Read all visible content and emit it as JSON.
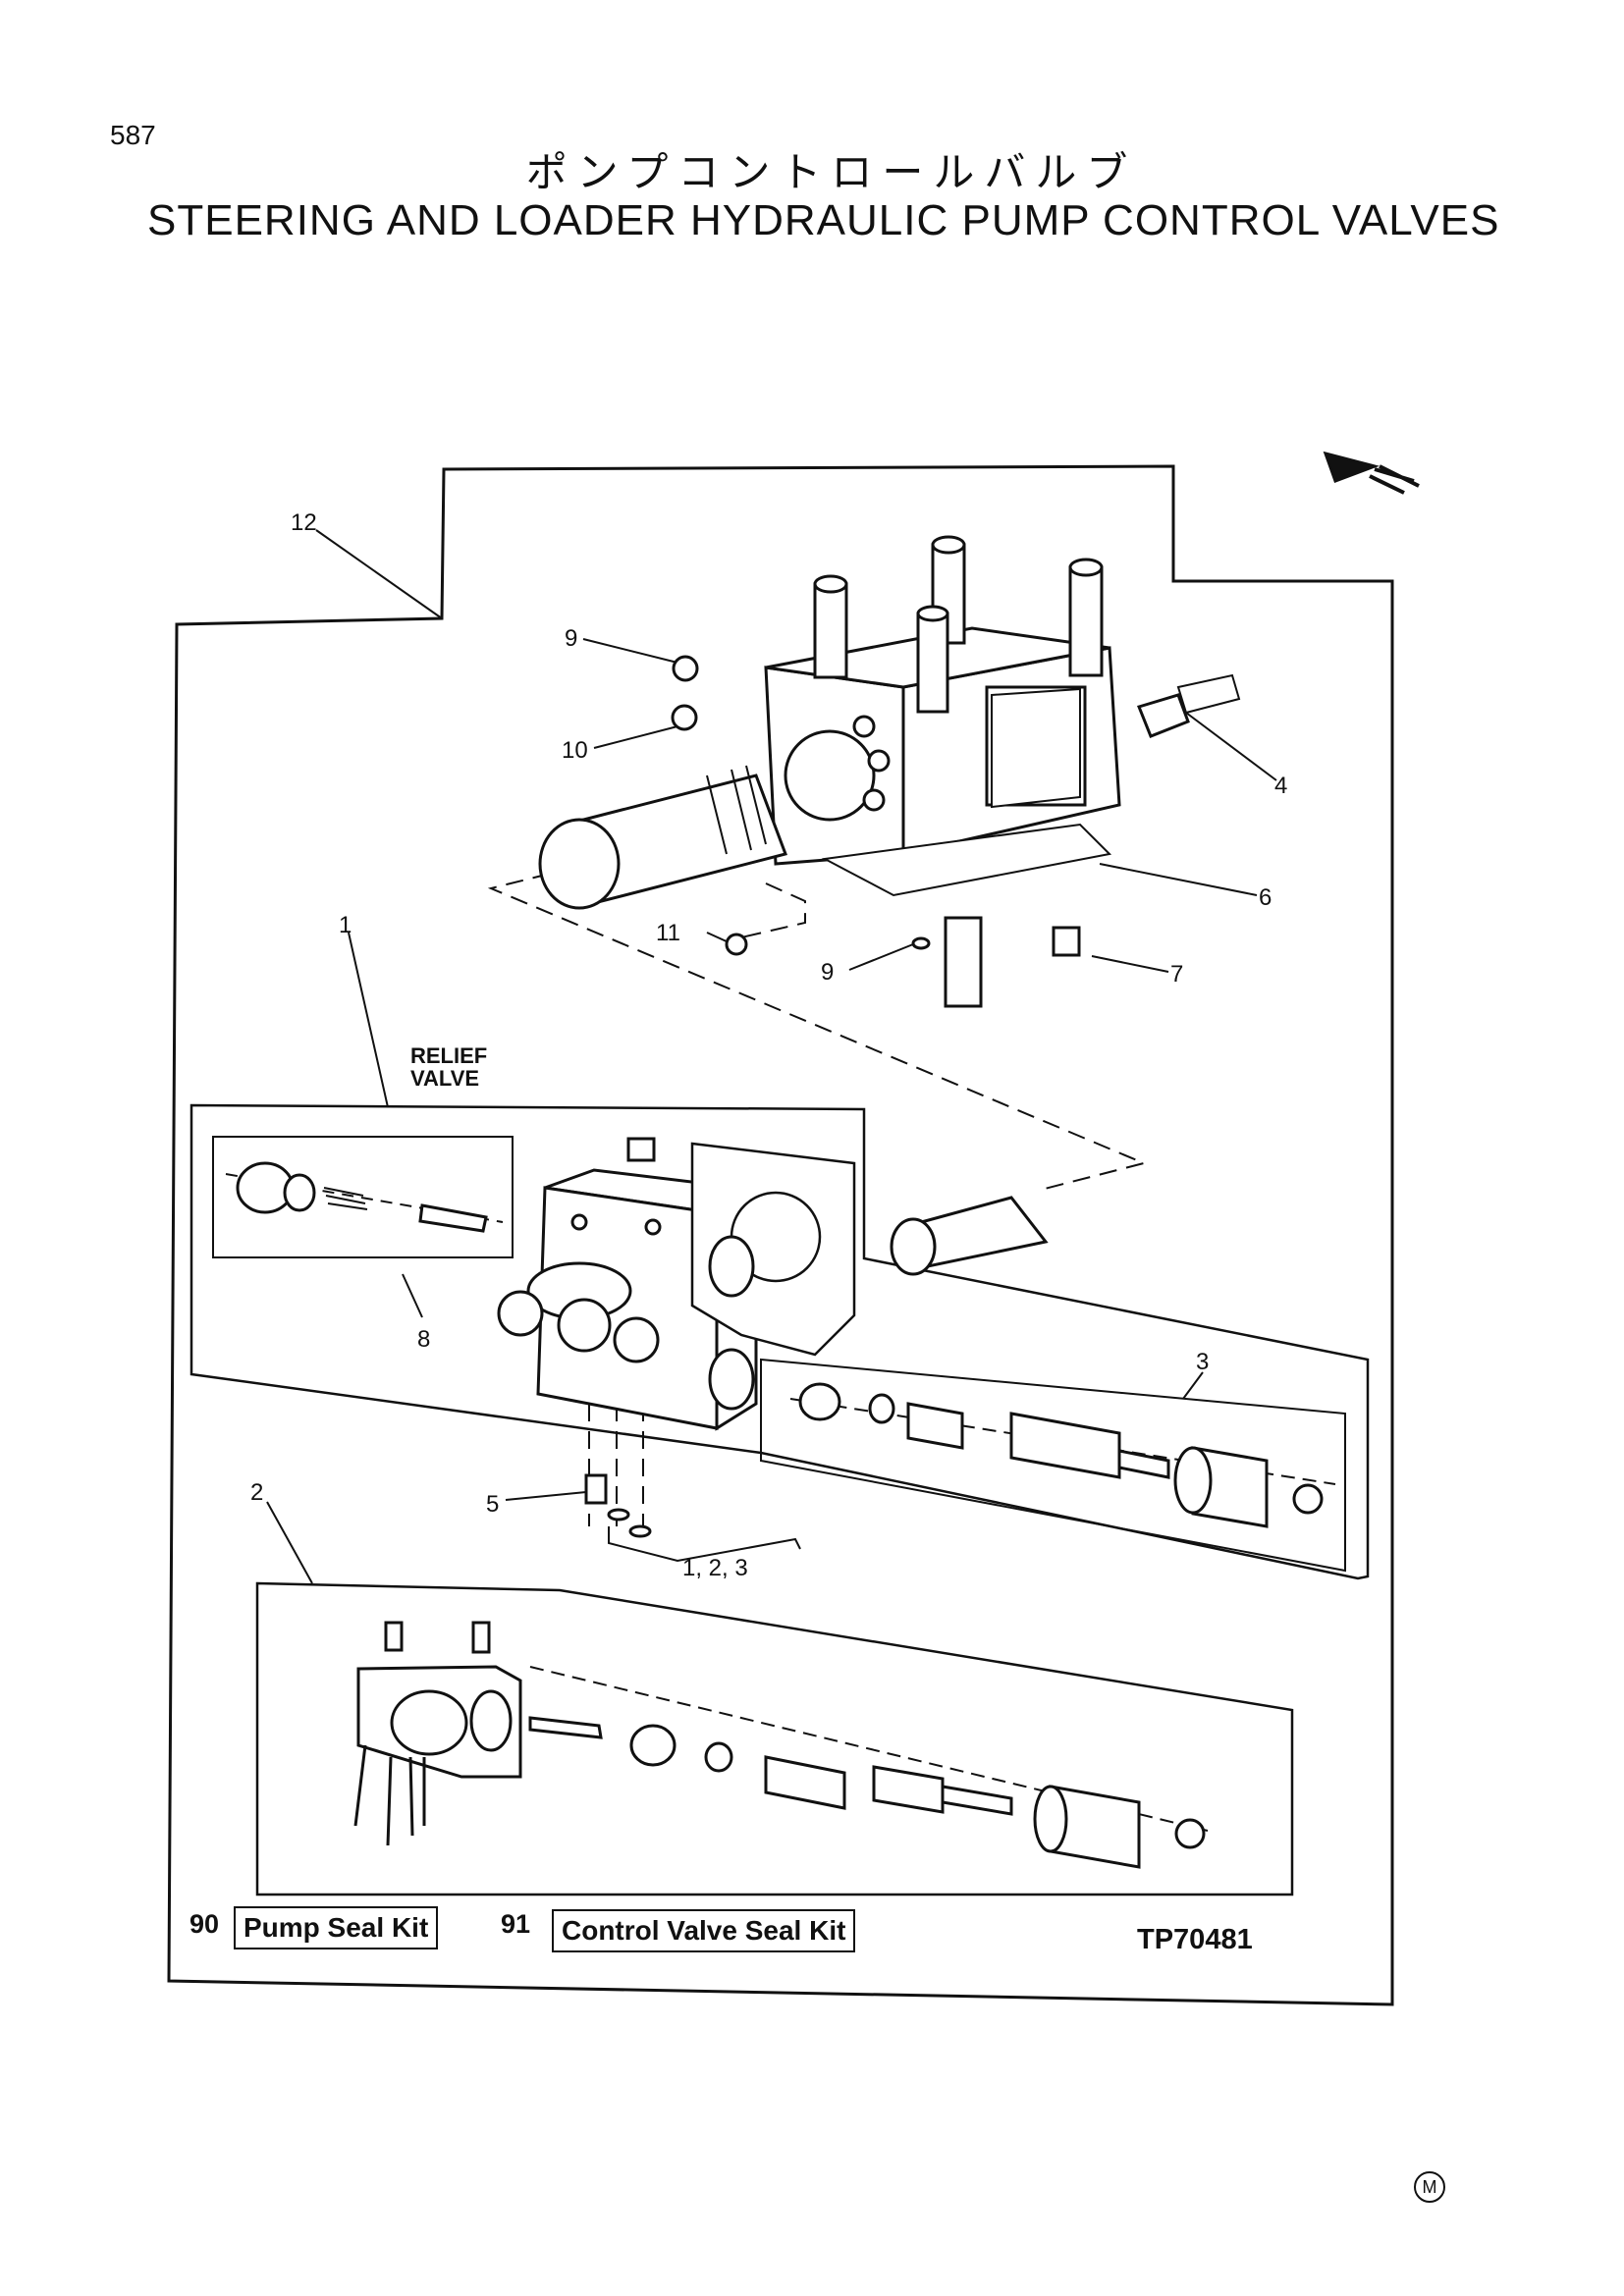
{
  "page_number": "587",
  "title_jp": "ポンプコントロールバルブ",
  "title_en": "STEERING AND LOADER HYDRAULIC PUMP CONTROL VALVES",
  "callouts": {
    "c1": "1",
    "c2": "2",
    "c3": "3",
    "c4": "4",
    "c5": "5",
    "c6": "6",
    "c7": "7",
    "c8": "8",
    "c9a": "9",
    "c9b": "9",
    "c10": "10",
    "c11": "11",
    "c12": "12",
    "c123": "1, 2, 3"
  },
  "relief_valve_label_1": "RELIEF",
  "relief_valve_label_2": "VALVE",
  "kits": {
    "pump_seal_num": "90",
    "pump_seal_label": "Pump Seal Kit",
    "control_valve_seal_num": "91",
    "control_valve_seal_label": "Control Valve Seal Kit"
  },
  "figure_id": "TP70481",
  "corner_mark": "M"
}
